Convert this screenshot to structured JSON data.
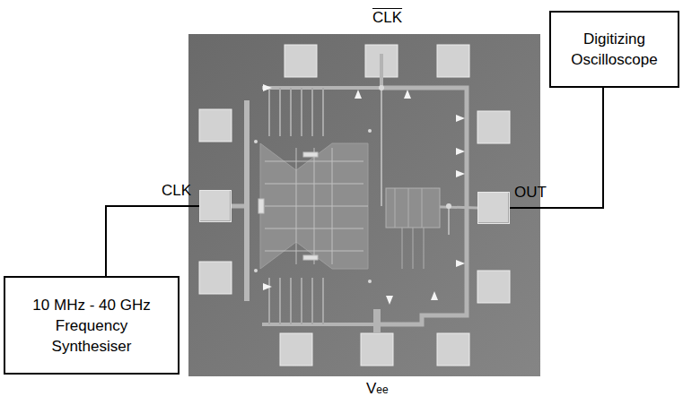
{
  "diagram": {
    "nodes": [
      {
        "text": [
          "Digitizing Oscilloscope"
        ]
      },
      {
        "text": [
          "CLK"
        ]
      },
      {
        "text": [
          "OUT"
        ]
      },
      {
        "text": [
          "10 MHz - 40 GHz Frequency Synthesiser"
        ]
      }
    ],
    "edges": [
      {
        "from": 3,
        "to": 1,
        "arrow": "none"
      },
      {
        "from": 2,
        "to": 0,
        "arrow": "none"
      }
    ],
    "labels": [
      "CLK",
      "Vee"
    ]
  }
}
